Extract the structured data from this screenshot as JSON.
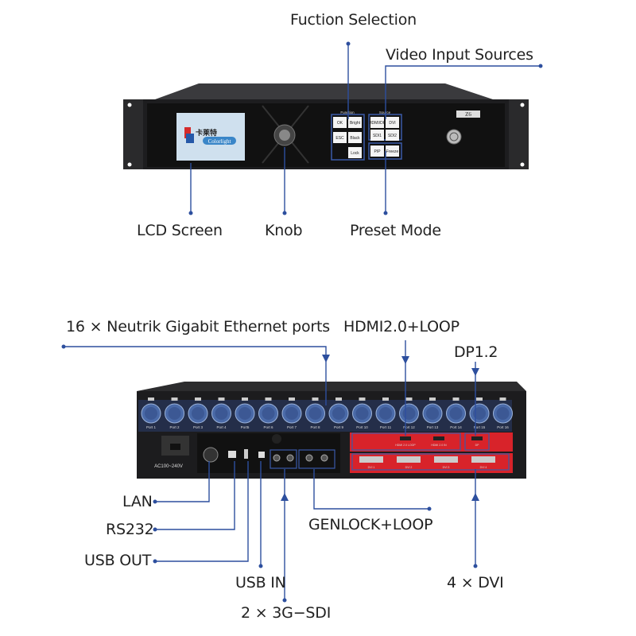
{
  "front": {
    "labels": {
      "function_selection": "Fuction Selection",
      "video_input_sources": "Video Input Sources",
      "lcd_screen": "LCD Screen",
      "knob": "Knob",
      "preset_mode": "Preset Mode"
    },
    "lcd_logo": {
      "chinese": "卡莱特",
      "brand": "Colorlight"
    },
    "model": "Z6",
    "function_group": "Function",
    "function_buttons": [
      "OK",
      "Bright",
      "ESC",
      "Black",
      "Lock"
    ],
    "source_group": "Source",
    "source_buttons": [
      "HDMI/DP",
      "DVI",
      "SDI1",
      "SDI2",
      "PIP",
      "Freeze"
    ]
  },
  "rear": {
    "labels": {
      "ethernet": "16 × Neutrik Gigabit Ethernet ports",
      "hdmi": "HDMI2.0+LOOP",
      "dp": "DP1.2",
      "lan": "LAN",
      "rs232": "RS232",
      "usb_out": "USB OUT",
      "usb_in": "USB IN",
      "sdi": "2 × 3G−SDI",
      "genlock": "GENLOCK+LOOP",
      "dvi": "4 × DVI"
    },
    "ports": [
      "Port 1",
      "Port 2",
      "Port 3",
      "Port 4",
      "Port5",
      "Port 6",
      "Port 7",
      "Port 8",
      "Port 9",
      "Port 10",
      "Port 11",
      "Port 12",
      "Port 13",
      "Port 14",
      "Port 15",
      "Port 16"
    ],
    "power": "AC100~240V",
    "hdmi_ports": [
      "HDMI 2.0 LOOP",
      "HDMI 2.0 IN"
    ],
    "dp_port": "DP",
    "dvi_ports": [
      "DVI 1",
      "DVI 2",
      "DVI 3",
      "DVI 4"
    ]
  },
  "colors": {
    "leader": "#2d4f9e",
    "card": "#d8232a",
    "chassis": "#1c1c1e"
  }
}
